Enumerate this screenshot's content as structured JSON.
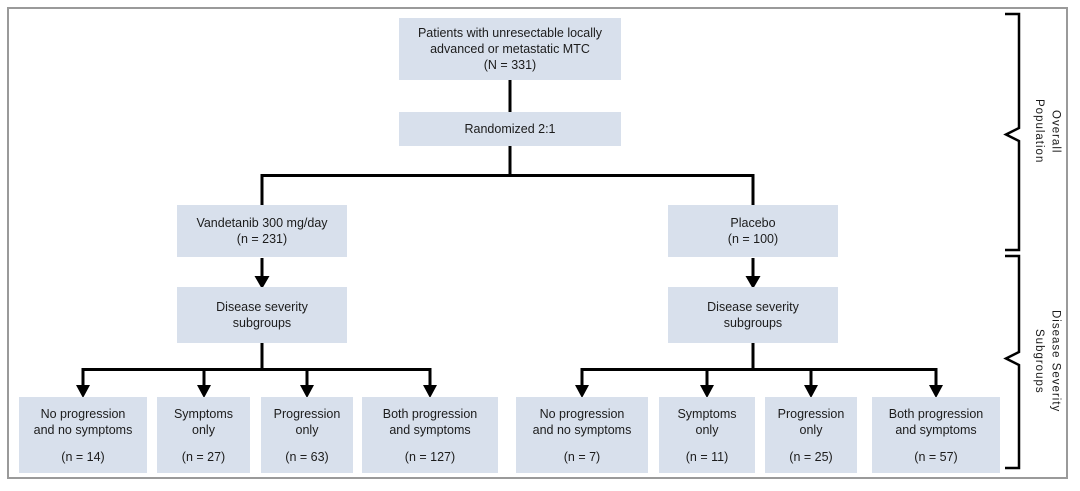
{
  "theme": {
    "box-fill": "#d8e0ec",
    "line-color": "#000000",
    "frame-color": "#9a9a9a",
    "text-color": "#1c1c1c"
  },
  "figure": {
    "top_box": {
      "label": "Patients with unresectable locally\nadvanced or metastatic MTC",
      "n": "(N = 331)"
    },
    "randomized_box": {
      "label": "Randomized 2:1"
    },
    "arms": [
      {
        "arm_label": "Vandetanib 300 mg/day",
        "arm_n": "(n = 231)",
        "subgroup_box": "Disease severity\nsubgroups",
        "leaves": [
          {
            "label": "No progression\nand no symptoms",
            "n": "(n = 14)"
          },
          {
            "label": "Symptoms\nonly",
            "n": "(n = 27)"
          },
          {
            "label": "Progression\nonly",
            "n": "(n = 63)"
          },
          {
            "label": "Both progression\nand symptoms",
            "n": "(n = 127)"
          }
        ]
      },
      {
        "arm_label": "Placebo",
        "arm_n": "(n = 100)",
        "subgroup_box": "Disease severity\nsubgroups",
        "leaves": [
          {
            "label": "No progression\nand no symptoms",
            "n": "(n = 7)"
          },
          {
            "label": "Symptoms\nonly",
            "n": "(n = 11)"
          },
          {
            "label": "Progression\nonly",
            "n": "(n = 25)"
          },
          {
            "label": "Both progression\nand symptoms",
            "n": "(n = 57)"
          }
        ]
      }
    ],
    "brackets": [
      {
        "label": "Overall\nPopulation"
      },
      {
        "label": "Disease Severity\nSubgroups"
      }
    ]
  }
}
